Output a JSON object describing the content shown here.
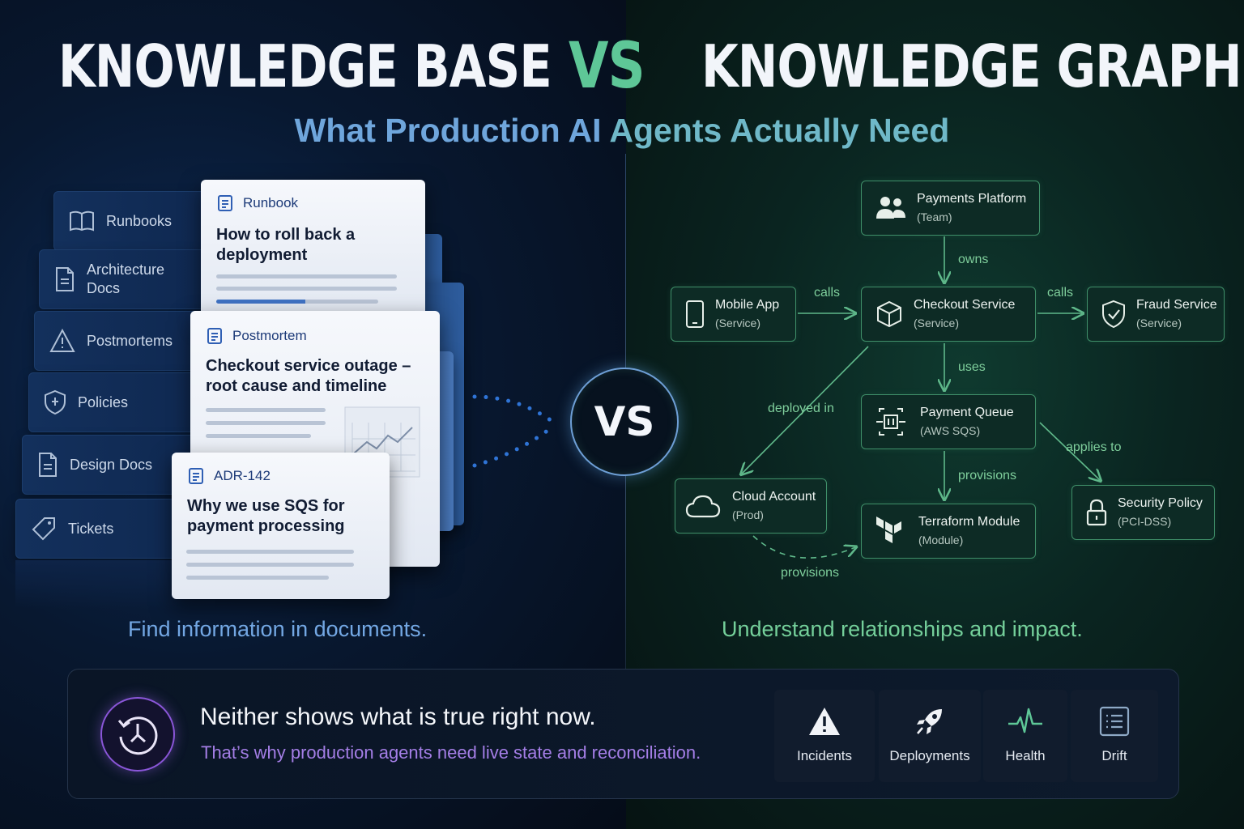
{
  "title": {
    "left": "KNOWLEDGE BASE",
    "vs": "VS",
    "right": "KNOWLEDGE GRAPH",
    "subtitle_part1": "What Production AI ",
    "subtitle_part2": "Agents Actually Need"
  },
  "knowledge_base": {
    "tabs": [
      {
        "label": "Runbooks",
        "icon": "book-icon"
      },
      {
        "label": "Architecture Docs",
        "icon": "document-icon"
      },
      {
        "label": "Postmortems",
        "icon": "warning-icon"
      },
      {
        "label": "Policies",
        "icon": "shield-icon"
      },
      {
        "label": "Design Docs",
        "icon": "document-icon"
      },
      {
        "label": "Tickets",
        "icon": "tag-icon"
      }
    ],
    "cards": [
      {
        "kind": "Runbook",
        "heading": "How to roll back a deployment"
      },
      {
        "kind": "Postmortem",
        "heading": "Checkout service outage – root cause and timeline"
      },
      {
        "kind": "ADR-142",
        "heading": "Why we use SQS for payment processing"
      }
    ],
    "caption": "Find information in documents."
  },
  "center_vs": "VS",
  "knowledge_graph": {
    "nodes": {
      "payments_platform": {
        "name": "Payments Platform",
        "type": "(Team)",
        "icon": "team-icon"
      },
      "mobile_app": {
        "name": "Mobile App",
        "type": "(Service)",
        "icon": "phone-icon"
      },
      "checkout_service": {
        "name": "Checkout Service",
        "type": "(Service)",
        "icon": "cube-icon"
      },
      "fraud_service": {
        "name": "Fraud Service",
        "type": "(Service)",
        "icon": "shield-check-icon"
      },
      "payment_queue": {
        "name": "Payment Queue",
        "type": "(AWS SQS)",
        "icon": "queue-icon"
      },
      "cloud_account": {
        "name": "Cloud Account",
        "type": "(Prod)",
        "icon": "cloud-icon"
      },
      "terraform_module": {
        "name": "Terraform Module",
        "type": "(Module)",
        "icon": "terraform-icon"
      },
      "security_policy": {
        "name": "Security Policy",
        "type": "(PCI-DSS)",
        "icon": "lock-icon"
      }
    },
    "edges": [
      {
        "label": "owns",
        "from": "payments_platform",
        "to": "checkout_service"
      },
      {
        "label": "calls",
        "from": "mobile_app",
        "to": "checkout_service"
      },
      {
        "label": "calls",
        "from": "checkout_service",
        "to": "fraud_service"
      },
      {
        "label": "uses",
        "from": "checkout_service",
        "to": "payment_queue"
      },
      {
        "label": "deployed in",
        "from": "checkout_service",
        "to": "cloud_account"
      },
      {
        "label": "applies to",
        "from": "payment_queue",
        "to": "security_policy"
      },
      {
        "label": "provisions",
        "from": "payment_queue",
        "to": "terraform_module"
      },
      {
        "label": "provisions",
        "from": "cloud_account",
        "to": "terraform_module"
      }
    ],
    "caption": "Understand relationships and impact."
  },
  "bottom": {
    "headline": "Neither shows what is true right now.",
    "subline": "That’s why production agents need live state and reconciliation.",
    "signals": [
      {
        "label": "Incidents",
        "icon": "alert-icon"
      },
      {
        "label": "Deployments",
        "icon": "rocket-icon"
      },
      {
        "label": "Health",
        "icon": "heartbeat-icon"
      },
      {
        "label": "Drift",
        "icon": "list-icon"
      }
    ]
  },
  "colors": {
    "accent_green": "#5ec797",
    "accent_blue": "#6fa6dc",
    "accent_purple": "#a47ee6"
  }
}
